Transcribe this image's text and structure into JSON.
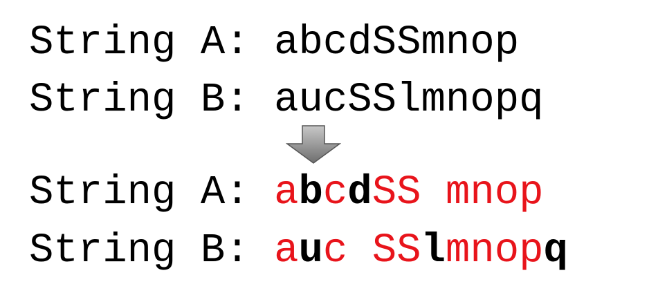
{
  "colors": {
    "match": "#e8141b",
    "diff": "#000000",
    "arrow_light": "#c8c8c8",
    "arrow_dark": "#6e6e6e"
  },
  "original": {
    "a": {
      "label": "String A: ",
      "text": "abcdSSmnop"
    },
    "b": {
      "label": "String B: ",
      "text": "aucSSlmnopq"
    }
  },
  "aligned": {
    "a": {
      "label": "String A: ",
      "chars": [
        {
          "c": "a",
          "match": true
        },
        {
          "c": "b",
          "match": false
        },
        {
          "c": "c",
          "match": true
        },
        {
          "c": "d",
          "match": false
        },
        {
          "c": "S",
          "match": true
        },
        {
          "c": "S",
          "match": true
        },
        {
          "c": " ",
          "match": true
        },
        {
          "c": "m",
          "match": true
        },
        {
          "c": "n",
          "match": true
        },
        {
          "c": "o",
          "match": true
        },
        {
          "c": "p",
          "match": true
        }
      ]
    },
    "b": {
      "label": "String B: ",
      "chars": [
        {
          "c": "a",
          "match": true
        },
        {
          "c": "u",
          "match": false
        },
        {
          "c": "c",
          "match": true
        },
        {
          "c": " ",
          "match": true
        },
        {
          "c": "S",
          "match": true
        },
        {
          "c": "S",
          "match": true
        },
        {
          "c": "l",
          "match": false
        },
        {
          "c": "m",
          "match": true
        },
        {
          "c": "n",
          "match": true
        },
        {
          "c": "o",
          "match": true
        },
        {
          "c": "p",
          "match": true
        },
        {
          "c": "q",
          "match": false
        }
      ]
    }
  }
}
